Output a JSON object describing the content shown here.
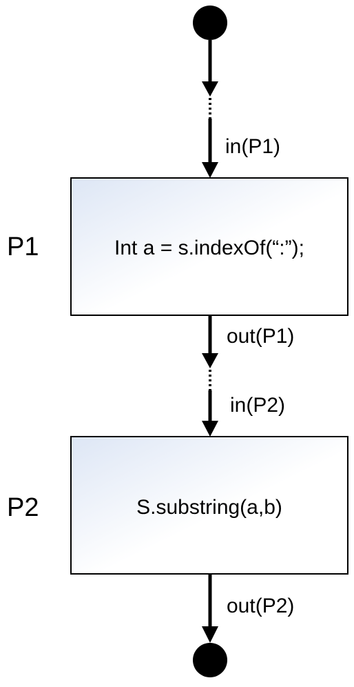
{
  "diagram": {
    "nodes": {
      "p1": {
        "name": "P1",
        "code": "Int a = s.indexOf(“:”);"
      },
      "p2": {
        "name": "P2",
        "code": "S.substring(a,b)"
      }
    },
    "edges": {
      "in_p1": "in(P1)",
      "out_p1": "out(P1)",
      "in_p2": "in(P2)",
      "out_p2": "out(P2)"
    },
    "colors": {
      "line": "#000000",
      "box_border": "#000000",
      "box_fill_start": "#dde6f5",
      "box_fill_end": "#ffffff",
      "terminal": "#000000"
    }
  }
}
